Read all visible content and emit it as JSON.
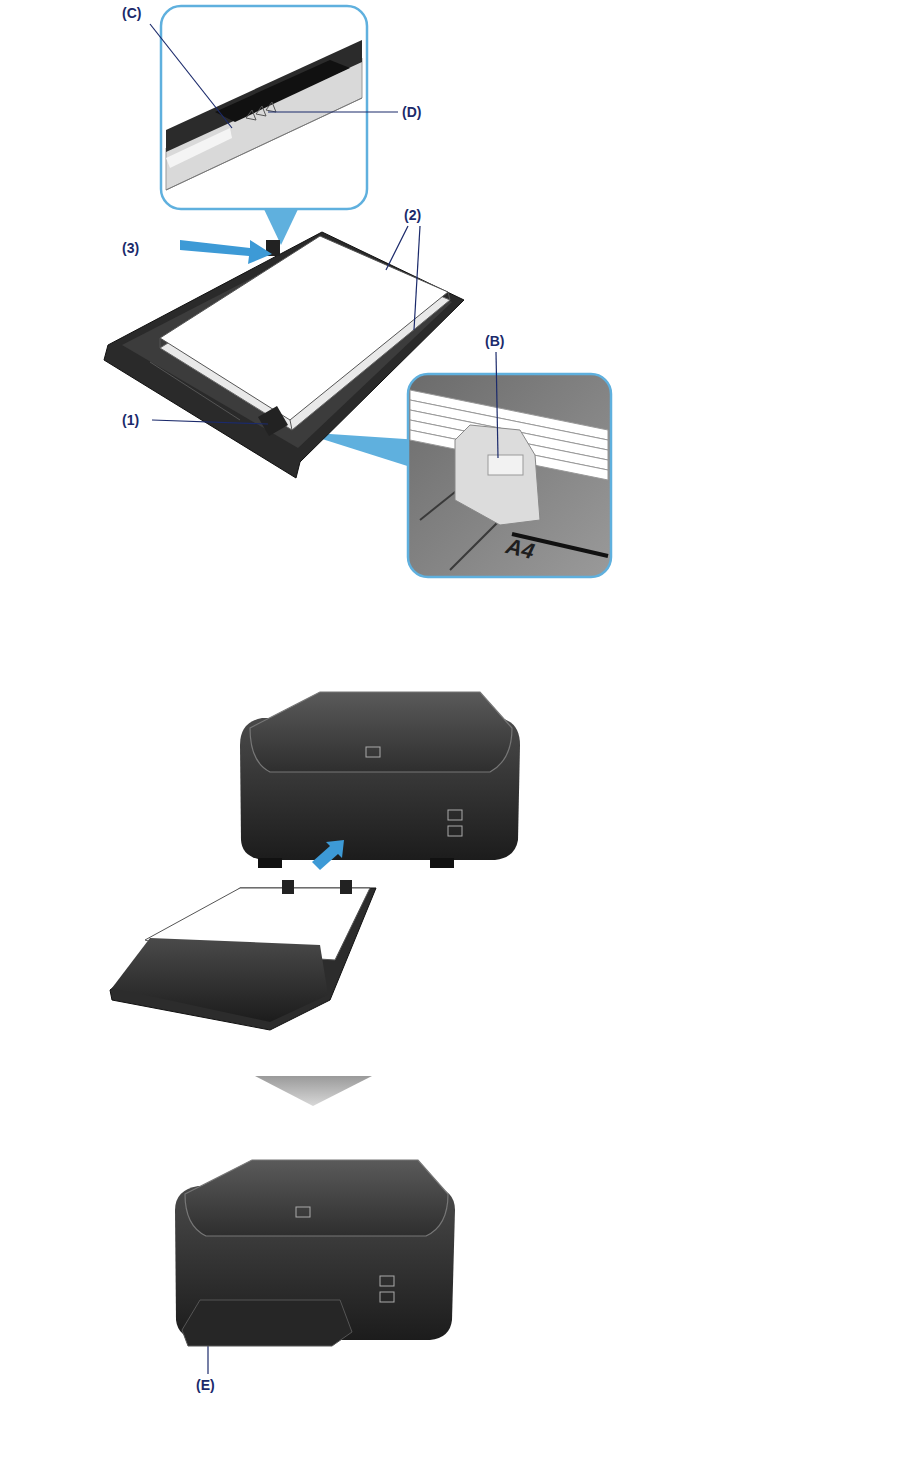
{
  "diagram": {
    "labels": [
      "(C)",
      "(D)",
      "(3)",
      "(2)",
      "(B)",
      "(1)",
      "A4",
      "(E)"
    ]
  }
}
